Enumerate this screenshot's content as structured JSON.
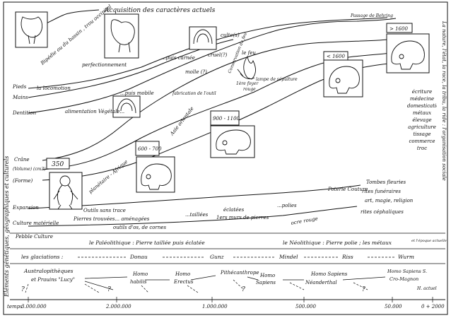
{
  "header": {
    "title": "Acquisition des caractères actuels"
  },
  "left_axis": {
    "title": "Éléments génétiques, géographiques et culturels"
  },
  "right_axis": {
    "title": "La nature, l'état, la race, la tribu, la ride : l'organisation sociale"
  },
  "row_labels": {
    "pieds": "Pieds",
    "mains": "Mains",
    "dentition": "Dentition",
    "crane": "Crâne",
    "volume": "(Volume) (cm3)",
    "forme": "(Forme)",
    "expansion": "Expansion",
    "culture": "Culture matérielle",
    "pebble": "Pebble Culture"
  },
  "annotations": {
    "bipedie": "Bipédie ou du bassin , trou occipital",
    "perfectionnement": "perfectionnement",
    "locomotion": "la locomotion",
    "puis_carnee": "...puis carnée",
    "mobile_puis": "...puis mobile",
    "fabrication": "fabrication de l'outil",
    "alimentation": "alimentation Végétale...",
    "culte": "culte(s)",
    "cruel": "cruel(?)",
    "mollo": "molle (?)",
    "feu": "le feu",
    "premiere_foyer": "1ère foyer",
    "conservation": "Conservation du feu",
    "lampe": "lampe de sépulture",
    "rouge": "rouge",
    "asie_orientale": "Asie orientale",
    "afrique": "planétaire - Afrique",
    "amenagees": "Pierres trouvées... aménagées",
    "outils_trace": "Outils sans trace",
    "taillees": "...taillées",
    "eclatees": "éclatées",
    "murs": "1ers murs de pierres",
    "polies": "...polies",
    "ocre": "ocre rouge",
    "os_cornes": "outils d'os, de cornes",
    "poterie": "Poterie Couture",
    "tombes": "Tombes fleuries",
    "rites_fun": "rites funéraires",
    "art_magie": "art, magie, religion",
    "rites_cephal": "rites céphaliques",
    "passage_bering": "Passage de Behring",
    "societe": "écriture médecine domestication métaux élevage agriculture tissage commerce troc"
  },
  "brain_volumes": {
    "v350": "350",
    "v600_700": "600 - 700",
    "v900_1100": "900 - 1100",
    "v1600_low": "< 1600",
    "v1600_high": "> 1600"
  },
  "periods": {
    "paleolithique": "le Paléolithique : Pierre taillée puis éclatée",
    "neolithique": "le Néolithique : Pierre polie ; les métaux",
    "actuelle": "et l'époque actuelle"
  },
  "glaciations": {
    "label": "les glaciations :",
    "names": [
      "Donau",
      "Gunz",
      "Mindel",
      "Riss",
      "Wurm"
    ]
  },
  "species": [
    {
      "name": "Australopithèques",
      "sub": "et Prauins \"Lucy\""
    },
    {
      "name": "Homo",
      "sub": "habilis"
    },
    {
      "name": "Homo",
      "sub": "Erectus"
    },
    {
      "name": "Pithécanthrope",
      "sub": ""
    },
    {
      "name": "Homo",
      "sub": "Sapiens"
    },
    {
      "name": "Homo Sapiens",
      "sub": "Néanderthal"
    },
    {
      "name": "Homo Sapiens S.",
      "sub": "Cro-Magnon"
    },
    {
      "name": "",
      "sub": "H. actuel"
    }
  ],
  "timeline": {
    "label": "temps",
    "ticks": [
      "3.000.000",
      "2.000.000",
      "1.000.000",
      "500.000",
      "50.000",
      "0 + 2000"
    ]
  }
}
